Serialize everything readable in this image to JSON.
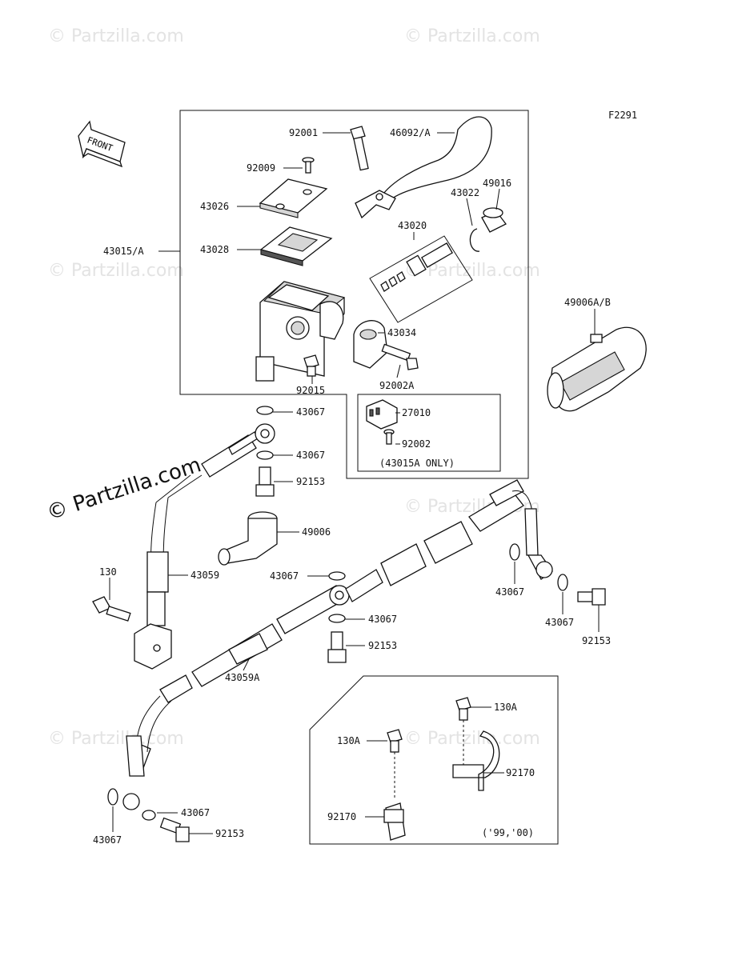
{
  "figure_code": "F2291",
  "front_label": "FRONT",
  "watermark": "© Partzilla.com",
  "callouts": {
    "p92001": "92001",
    "p46092A": "46092/A",
    "p92009": "92009",
    "p43026": "43026",
    "p43028": "43028",
    "p43015A": "43015/A",
    "p43022": "43022",
    "p49016": "49016",
    "p43020": "43020",
    "p43034": "43034",
    "p92002A": "92002A",
    "p92015": "92015",
    "p27010": "27010",
    "p92002": "92002",
    "p43015A_only": "(43015A ONLY)",
    "p49006AB": "49006A/B",
    "p43067_a": "43067",
    "p43067_b": "43067",
    "p92153_a": "92153",
    "p49006": "49006",
    "p130": "130",
    "p43059": "43059",
    "p43067_c": "43067",
    "p43067_d": "43067",
    "p92153_b": "92153",
    "p43059A": "43059A",
    "p43067_e": "43067",
    "p43067_f": "43067",
    "p92153_c": "92153",
    "p130A_a": "130A",
    "p130A_b": "130A",
    "p92170_a": "92170",
    "p92170_b": "92170",
    "p43067_g": "43067",
    "p43067_h": "43067",
    "p92153_d": "92153",
    "years": "('99,'00)"
  },
  "colors": {
    "line": "#111111",
    "watermark": "#e3e3e3",
    "shade": "#d6d6d6"
  }
}
